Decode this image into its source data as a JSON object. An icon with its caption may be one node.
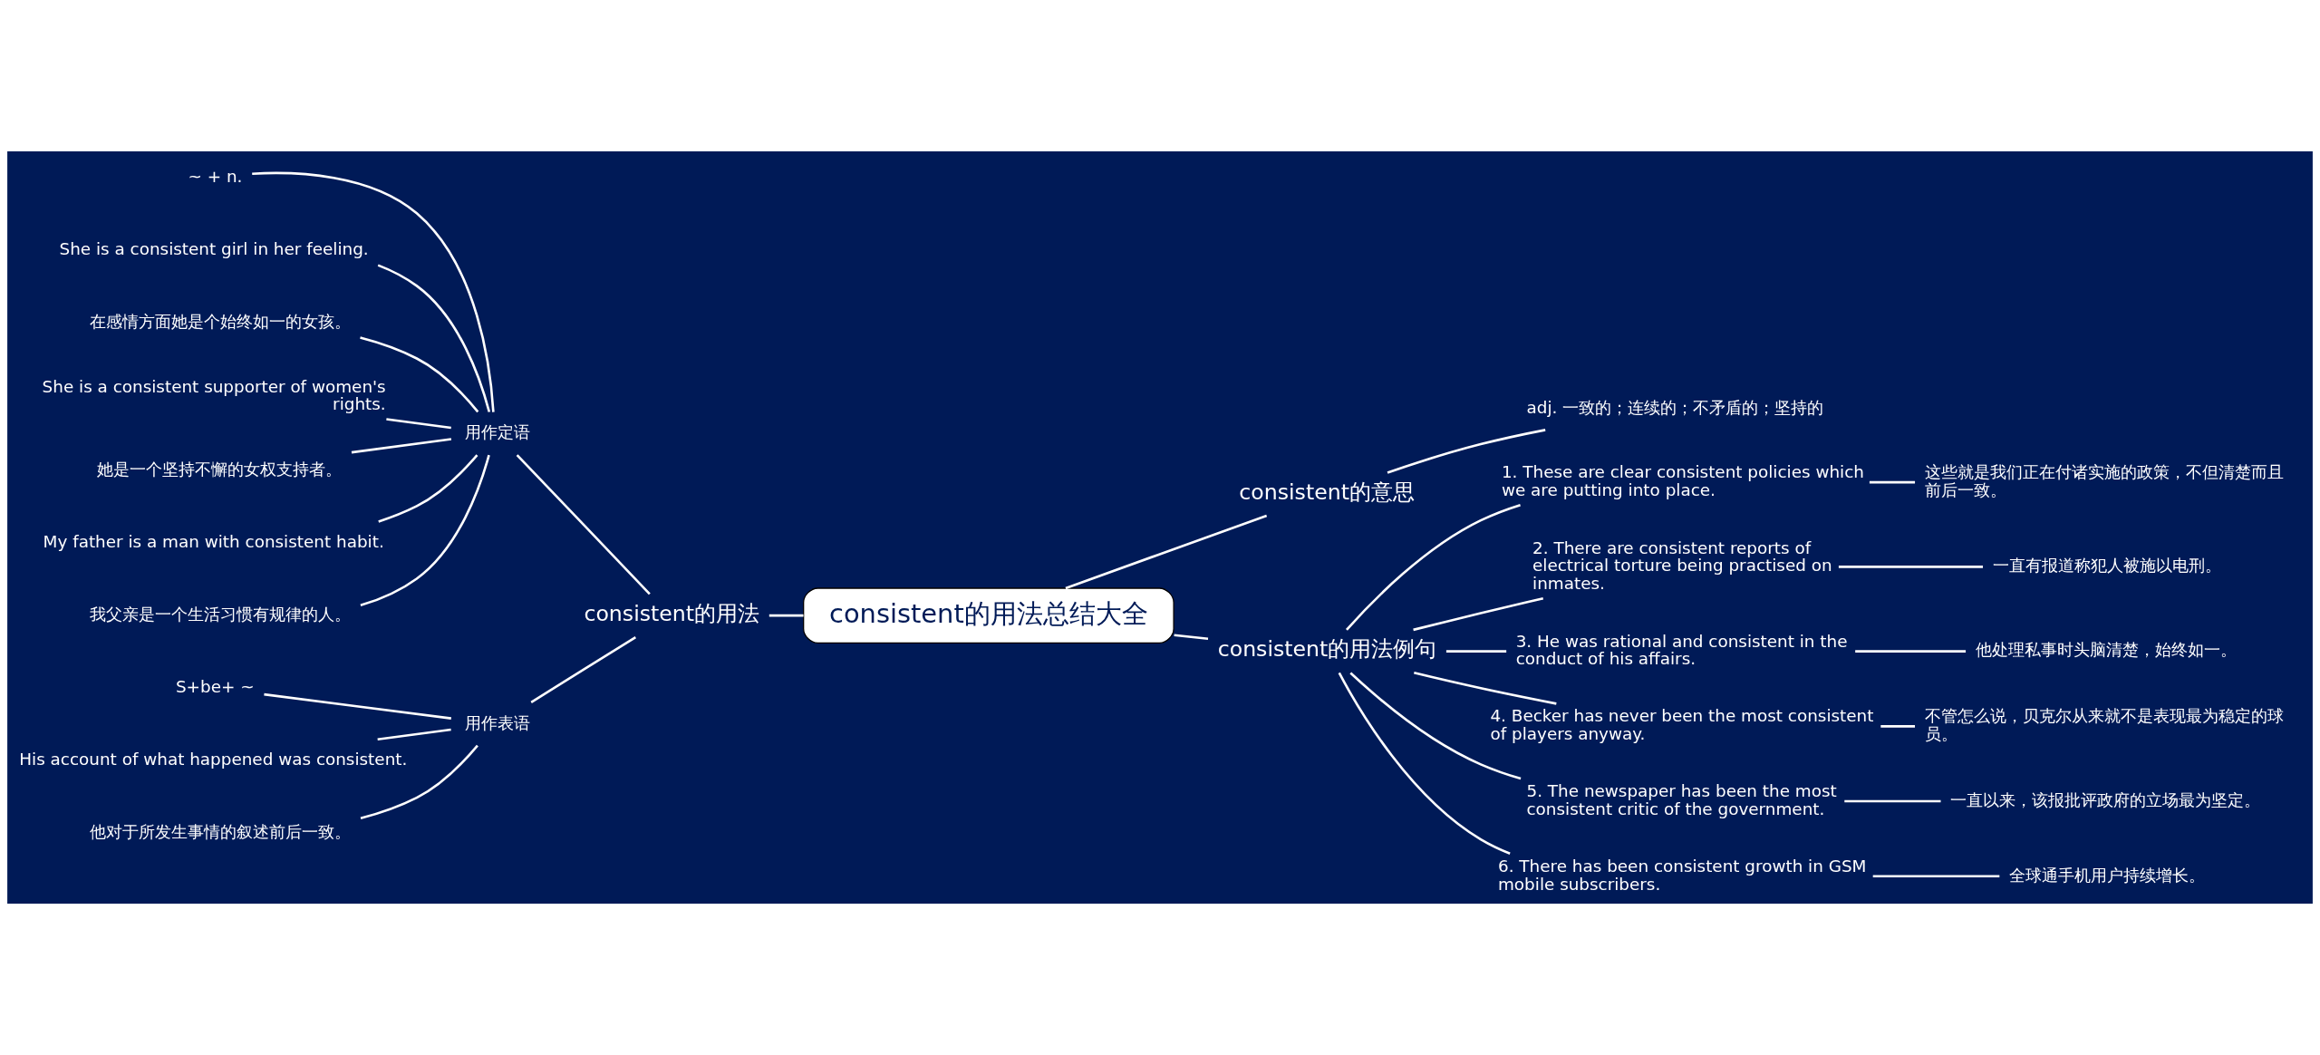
{
  "diagram": {
    "nodes": [
      {
        "text": [
          "consistent的用法总结大全"
        ]
      },
      {
        "text": [
          "consistent的用法"
        ]
      },
      {
        "text": [
          "用作定语"
        ]
      },
      {
        "text": [
          "~ + n."
        ]
      },
      {
        "text": [
          "She is a consistent girl in her feeling."
        ]
      },
      {
        "text": [
          "在感情方面她是个始终如一的女孩。"
        ]
      },
      {
        "text": [
          "She is a consistent supporter of women's rights."
        ]
      },
      {
        "text": [
          "她是一个坚持不懈的女权支持者。"
        ]
      },
      {
        "text": [
          "My father is a man with consistent habit."
        ]
      },
      {
        "text": [
          "我父亲是一个生活习惯有规律的人。"
        ]
      },
      {
        "text": [
          "用作表语"
        ]
      },
      {
        "text": [
          "S+be+ ~"
        ]
      },
      {
        "text": [
          "His account of what happened was consistent."
        ]
      },
      {
        "text": [
          "他对于所发生事情的叙述前后一致。"
        ]
      },
      {
        "text": [
          "consistent的意思"
        ]
      },
      {
        "text": [
          "adj. 一致的；连续的；不矛盾的；坚持的"
        ]
      },
      {
        "text": [
          "consistent的用法例句"
        ]
      },
      {
        "text": [
          "1. These are clear consistent policies which we are putting into place."
        ]
      },
      {
        "text": [
          "这些就是我们正在付诸实施的政策，不但清楚而且前后一致。"
        ]
      },
      {
        "text": [
          "2. There are consistent reports of electrical torture being practised on inmates."
        ]
      },
      {
        "text": [
          "一直有报道称犯人被施以电刑。"
        ]
      },
      {
        "text": [
          "3. He was rational and consistent in the conduct of his affairs."
        ]
      },
      {
        "text": [
          "他处理私事时头脑清楚，始终如一。"
        ]
      },
      {
        "text": [
          "4. Becker has never been the most consistent of players anyway."
        ]
      },
      {
        "text": [
          "不管怎么说，贝克尔从来就不是表现最为稳定的球员。"
        ]
      },
      {
        "text": [
          "5. The newspaper has been the most consistent critic of the government."
        ]
      },
      {
        "text": [
          "一直以来，该报批评政府的立场最为坚定。"
        ]
      },
      {
        "text": [
          "6. There has been consistent growth in GSM mobile subscribers."
        ]
      },
      {
        "text": [
          "全球通手机用户持续增长。"
        ]
      }
    ],
    "edges": [
      {
        "from": 0,
        "to": 1,
        "arrow": "none"
      },
      {
        "from": 1,
        "to": 2,
        "arrow": "none"
      },
      {
        "from": 2,
        "to": 3,
        "arrow": "none"
      },
      {
        "from": 2,
        "to": 4,
        "arrow": "none"
      },
      {
        "from": 2,
        "to": 5,
        "arrow": "none"
      },
      {
        "from": 2,
        "to": 6,
        "arrow": "none"
      },
      {
        "from": 2,
        "to": 7,
        "arrow": "none"
      },
      {
        "from": 2,
        "to": 8,
        "arrow": "none"
      },
      {
        "from": 2,
        "to": 9,
        "arrow": "none"
      },
      {
        "from": 1,
        "to": 10,
        "arrow": "none"
      },
      {
        "from": 10,
        "to": 11,
        "arrow": "none"
      },
      {
        "from": 10,
        "to": 12,
        "arrow": "none"
      },
      {
        "from": 10,
        "to": 13,
        "arrow": "none"
      },
      {
        "from": 0,
        "to": 14,
        "arrow": "none"
      },
      {
        "from": 14,
        "to": 15,
        "arrow": "none"
      },
      {
        "from": 0,
        "to": 16,
        "arrow": "none"
      },
      {
        "from": 16,
        "to": 17,
        "arrow": "none"
      },
      {
        "from": 17,
        "to": 18,
        "arrow": "none"
      },
      {
        "from": 16,
        "to": 19,
        "arrow": "none"
      },
      {
        "from": 19,
        "to": 20,
        "arrow": "none"
      },
      {
        "from": 16,
        "to": 21,
        "arrow": "none"
      },
      {
        "from": 21,
        "to": 22,
        "arrow": "none"
      },
      {
        "from": 16,
        "to": 23,
        "arrow": "none"
      },
      {
        "from": 23,
        "to": 24,
        "arrow": "none"
      },
      {
        "from": 16,
        "to": 25,
        "arrow": "none"
      },
      {
        "from": 25,
        "to": 26,
        "arrow": "none"
      },
      {
        "from": 16,
        "to": 27,
        "arrow": "none"
      },
      {
        "from": 27,
        "to": 28,
        "arrow": "none"
      }
    ]
  }
}
